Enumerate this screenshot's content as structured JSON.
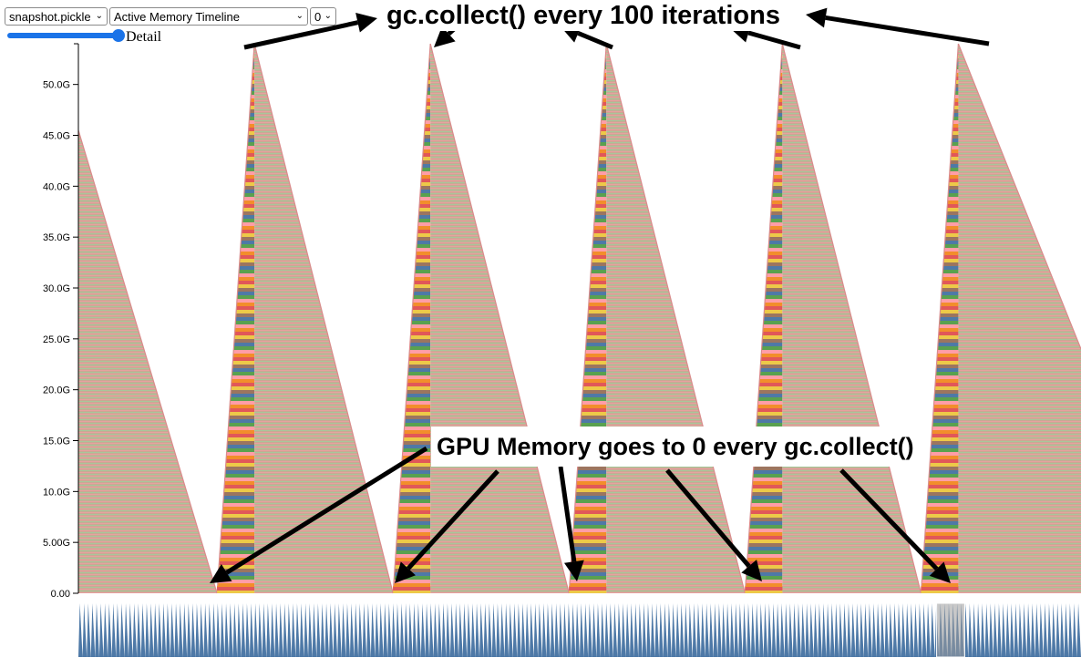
{
  "controls": {
    "snapshot_select": "snapshot.pickle",
    "view_select": "Active Memory Timeline",
    "device_select": "0",
    "detail_label": "Detail"
  },
  "annotations": {
    "top": "gc.collect() every 100 iterations",
    "middle": "GPU Memory goes to 0 every gc.collect()"
  },
  "colors": {
    "overview_fill": "#4e79a7",
    "overview_brush": "#9a9a9a",
    "block_palette": [
      "#e15759",
      "#76b7b2",
      "#59a14f",
      "#edc948",
      "#b07aa1",
      "#ff9da7",
      "#9c755f",
      "#bab0ac",
      "#f28e2b",
      "#4e79a7"
    ],
    "falling_fill": "#c9a893"
  },
  "chart_data": {
    "type": "area",
    "title": "",
    "xlabel": "",
    "ylabel": "",
    "y_unit": "G",
    "ylim": [
      0,
      54
    ],
    "y_ticks": [
      {
        "value": 0,
        "label": "0.00"
      },
      {
        "value": 5,
        "label": "5.00G"
      },
      {
        "value": 10,
        "label": "10.0G"
      },
      {
        "value": 15,
        "label": "15.0G"
      },
      {
        "value": 20,
        "label": "20.0G"
      },
      {
        "value": 25,
        "label": "25.0G"
      },
      {
        "value": 30,
        "label": "30.0G"
      },
      {
        "value": 35,
        "label": "35.0G"
      },
      {
        "value": 40,
        "label": "40.0G"
      },
      {
        "value": 45,
        "label": "45.0G"
      },
      {
        "value": 50,
        "label": "50.0G"
      }
    ],
    "x": [
      0,
      13,
      16.5,
      29.5,
      33,
      46,
      49.5,
      62.5,
      66,
      79,
      82.5,
      94
    ],
    "values": [
      45.5,
      0,
      54,
      0,
      54,
      0,
      54,
      0,
      54,
      0,
      54,
      24
    ],
    "overview": {
      "type": "area",
      "sawtooth_count": 240,
      "brush_range": [
        0.856,
        0.884
      ]
    }
  }
}
